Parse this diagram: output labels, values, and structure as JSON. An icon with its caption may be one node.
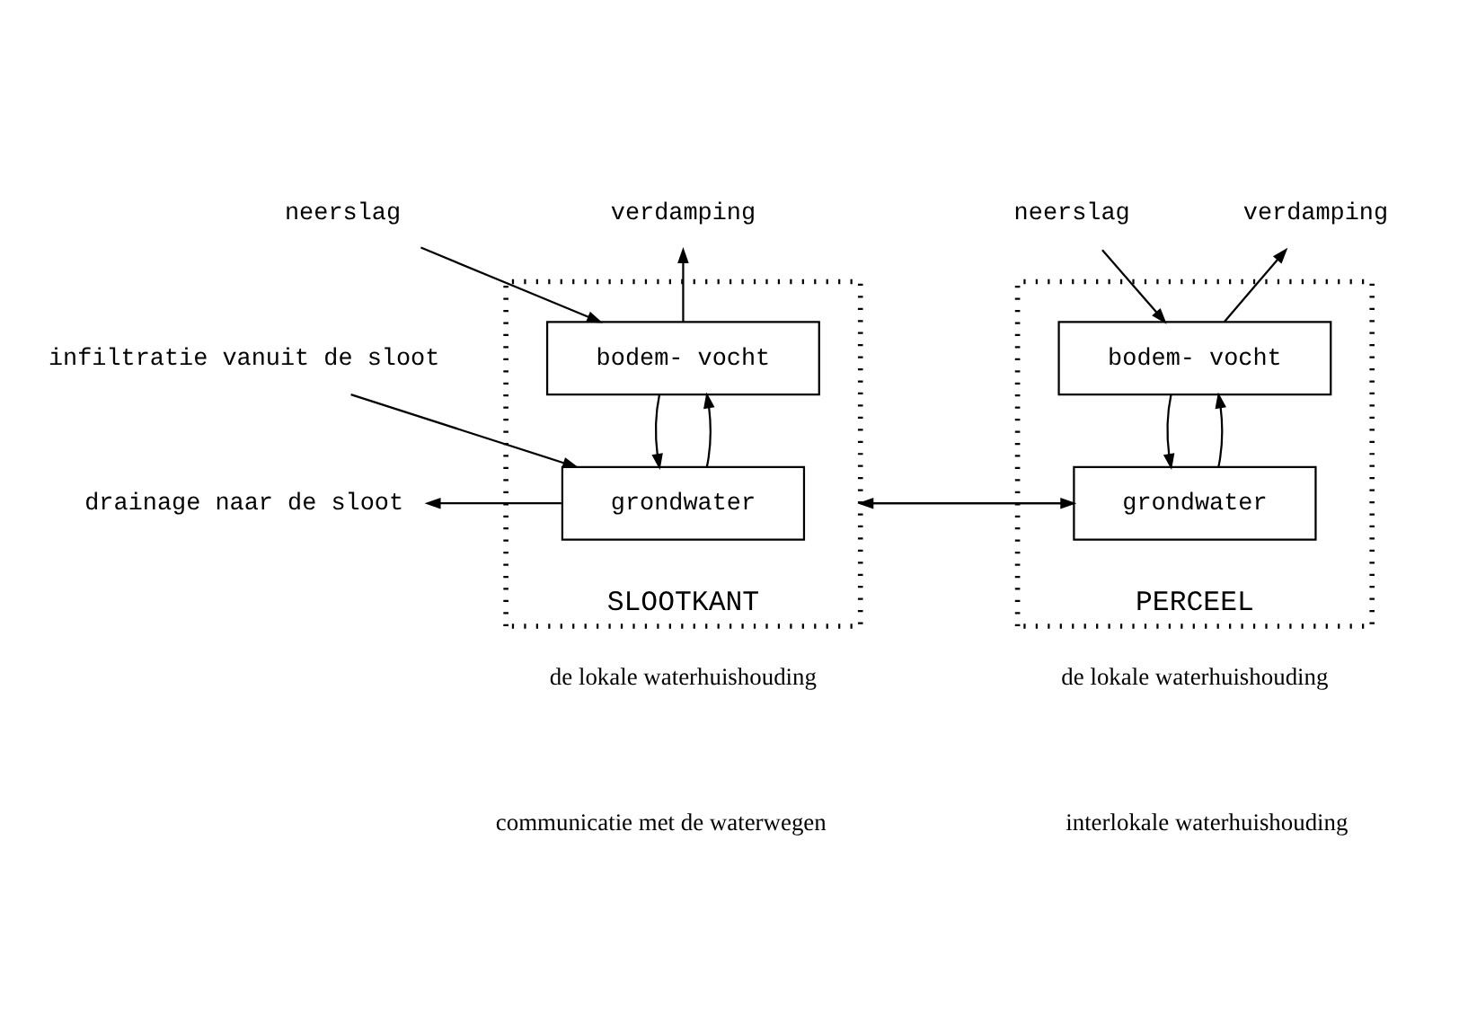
{
  "diagram": {
    "nodes": [
      {
        "text": [
          "neerslag"
        ]
      },
      {
        "text": [
          "verdamping"
        ]
      },
      {
        "text": [
          "neerslag"
        ]
      },
      {
        "text": [
          "verdamping"
        ]
      },
      {
        "text": [
          "infiltratie vanuit de sloot"
        ]
      },
      {
        "text": [
          "drainage naar de sloot"
        ]
      },
      {
        "text": [
          "SLOOTKANT"
        ],
        "beside": [
          "de lokale waterhuishouding"
        ]
      },
      {
        "text": [
          "bodem- vocht"
        ],
        "in": 6
      },
      {
        "text": [
          "grondwater"
        ],
        "in": 6
      },
      {
        "text": [
          "PERCEEL"
        ],
        "beside": [
          "de lokale waterhuishouding"
        ]
      },
      {
        "text": [
          "bodem- vocht"
        ],
        "in": 9
      },
      {
        "text": [
          "grondwater"
        ],
        "in": 9
      }
    ],
    "edges": [
      {
        "from": 0,
        "to": 7,
        "arrow": "to"
      },
      {
        "from": 7,
        "to": 1,
        "arrow": "to"
      },
      {
        "from": 7,
        "to": 8,
        "arrow": "to"
      },
      {
        "from": 8,
        "to": 7,
        "arrow": "to"
      },
      {
        "from": 4,
        "to": 8,
        "arrow": "to"
      },
      {
        "from": 8,
        "to": 5,
        "arrow": "to"
      },
      {
        "from": 6,
        "to": 11,
        "arrow": "to"
      },
      {
        "from": 11,
        "to": 6,
        "arrow": "to"
      },
      {
        "from": 2,
        "to": 10,
        "arrow": "to"
      },
      {
        "from": 10,
        "to": 3,
        "arrow": "to"
      },
      {
        "from": 10,
        "to": 11,
        "arrow": "to"
      },
      {
        "from": 11,
        "to": 10,
        "arrow": "to"
      }
    ],
    "labels": [
      "communicatie met de waterwegen",
      "interlokale waterhuishouding"
    ]
  }
}
